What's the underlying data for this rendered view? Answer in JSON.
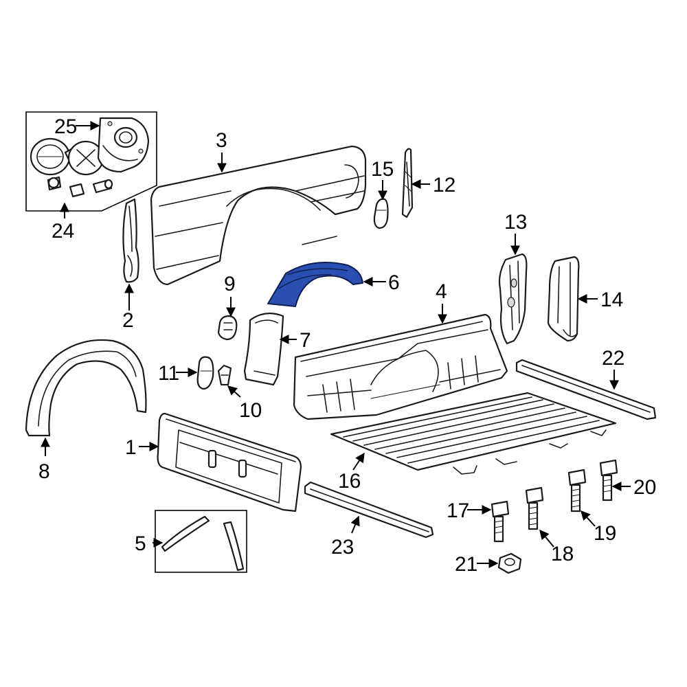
{
  "diagram": {
    "highlight_color": "#2a4fb0",
    "highlighted_part": "6",
    "callouts": [
      "1",
      "2",
      "3",
      "4",
      "5",
      "6",
      "7",
      "8",
      "9",
      "10",
      "11",
      "12",
      "13",
      "14",
      "15",
      "16",
      "17",
      "18",
      "19",
      "20",
      "21",
      "22",
      "23",
      "24",
      "25"
    ]
  }
}
